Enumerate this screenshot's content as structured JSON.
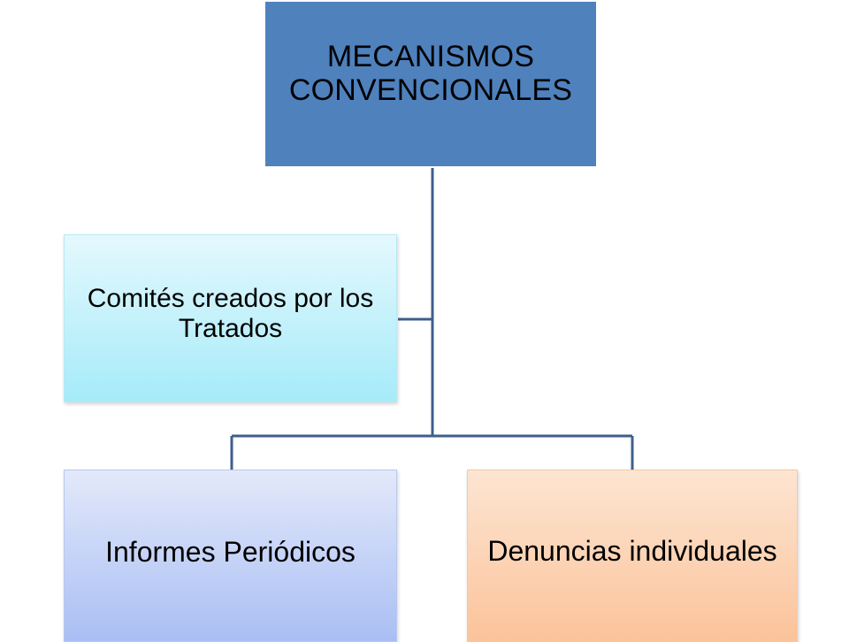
{
  "diagram": {
    "root": {
      "label": "MECANISMOS CONVENCIONALES",
      "color": "#4f81bd"
    },
    "assistant": {
      "label": "Comités creados por los Tratados",
      "color": "#a6ebf9"
    },
    "children": [
      {
        "label": "Informes Periódicos",
        "color": "#a9bef4"
      },
      {
        "label": "Denuncias individuales",
        "color": "#fbc39a"
      }
    ],
    "connector_color": "#3d5f8c",
    "text_color": "#000000"
  }
}
